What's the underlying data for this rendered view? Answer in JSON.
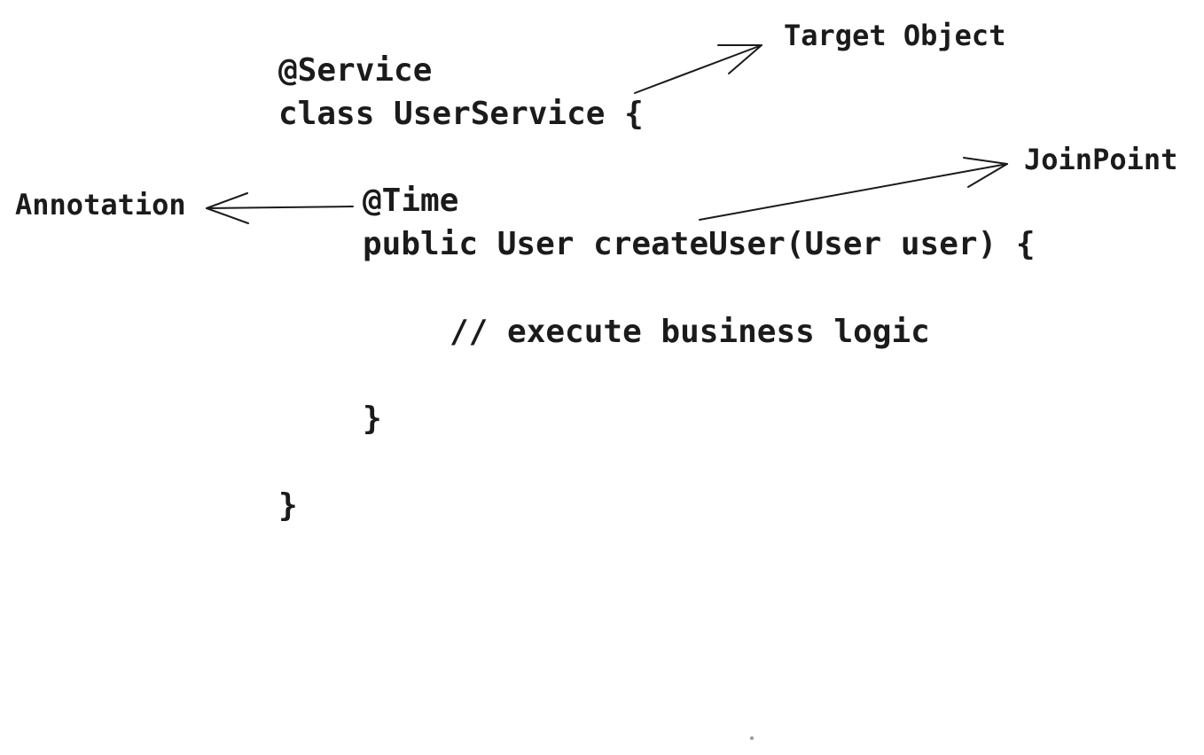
{
  "code": {
    "line1": "@Service",
    "line2": "class UserService {",
    "line3": "@Time",
    "line4": "public User createUser(User user) {",
    "line5": "// execute business logic",
    "line6": "}",
    "line7": "}"
  },
  "labels": {
    "target_object": "Target Object",
    "join_point": "JoinPoint",
    "annotation": "Annotation"
  },
  "colors": {
    "ink": "#1b1b1b",
    "background": "#ffffff"
  }
}
